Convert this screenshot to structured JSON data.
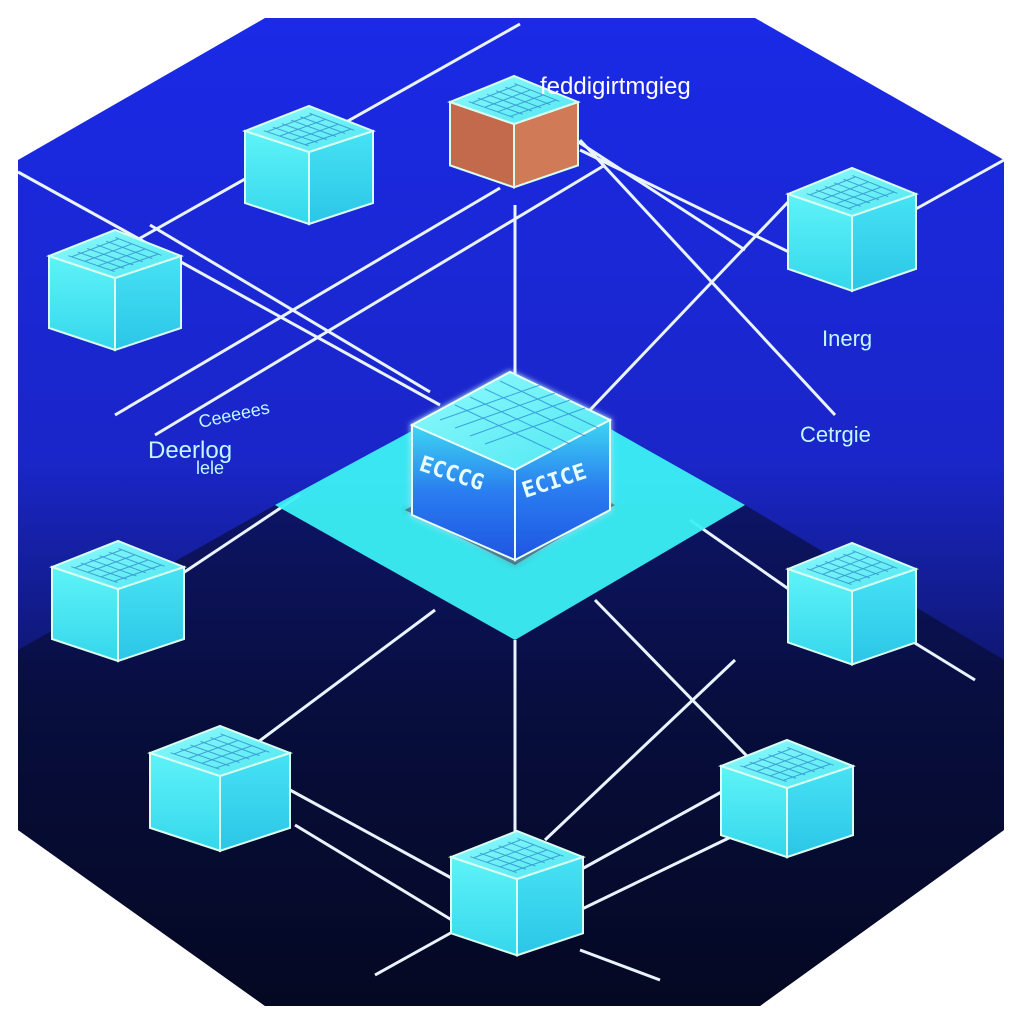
{
  "diagram": {
    "labels": {
      "title": "feddigirtmgieg",
      "right_upper": "Inerg",
      "right_lower": "Cetrgie",
      "left_small": "Ceeeees",
      "left_main": "Deerlog",
      "left_sub": "lele"
    },
    "central_node": {
      "face_left_text": "ECCCG",
      "face_right_text": "ECICE"
    },
    "nodes": [
      "title-node",
      "node-top-left",
      "node-left",
      "node-right-top",
      "node-left-mid",
      "node-right-mid",
      "node-bottom-left",
      "node-bottom-right",
      "node-bottom-center"
    ],
    "colors": {
      "background_top": "#1d2de8",
      "background_bottom": "#050b2a",
      "node_fill": "#5ef3f7",
      "node_edge": "#d8fff0",
      "title_node_side": "#c46a4c",
      "platform": "#3cf0f4",
      "link": "#e9f4ff"
    }
  }
}
